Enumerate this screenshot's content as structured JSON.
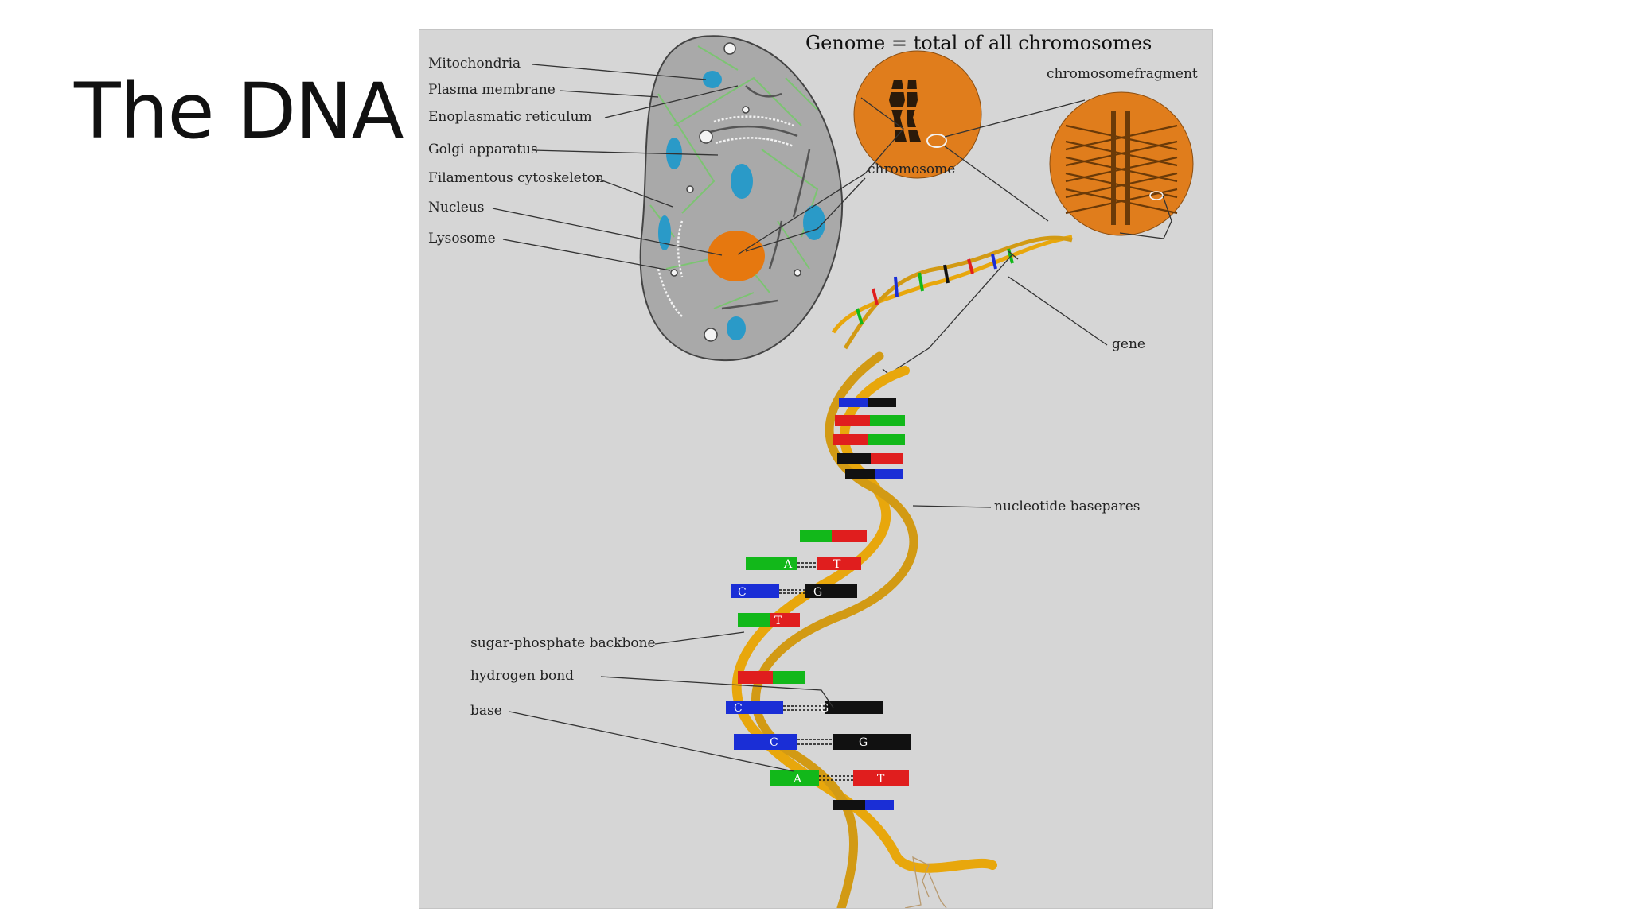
{
  "slide": {
    "title": "The DNA"
  },
  "diagram": {
    "title": "Genome = total of all chromosomes",
    "cell_labels": {
      "mitochondria": "Mitochondria",
      "plasma_membrane": "Plasma membrane",
      "er": "Enoplasmatic reticulum",
      "golgi": "Golgi apparatus",
      "cytoskeleton": "Filamentous cytoskeleton",
      "nucleus": "Nucleus",
      "lysosome": "Lysosome"
    },
    "chromosome_labels": {
      "chromosome": "chromosome",
      "fragment": "chromosomefragment"
    },
    "dna_labels": {
      "gene": "gene",
      "basepairs": "nucleotide basepares",
      "backbone": "sugar-phosphate backbone",
      "hydrogen_bond": "hydrogen bond",
      "base": "base"
    },
    "bases": {
      "a": "A",
      "t": "T",
      "c": "C",
      "g": "G"
    },
    "colors": {
      "background": "#d6d6d6",
      "cell_fill": "#a7a7a7",
      "mitochondria": "#2a9ac8",
      "nucleus": "#e6780f",
      "cytoskeleton": "#7cc472",
      "backbone": "#e8a70c",
      "base_a": "#12b81a",
      "base_t": "#e01e1e",
      "base_c": "#1a2ed6",
      "base_g": "#111111"
    }
  }
}
